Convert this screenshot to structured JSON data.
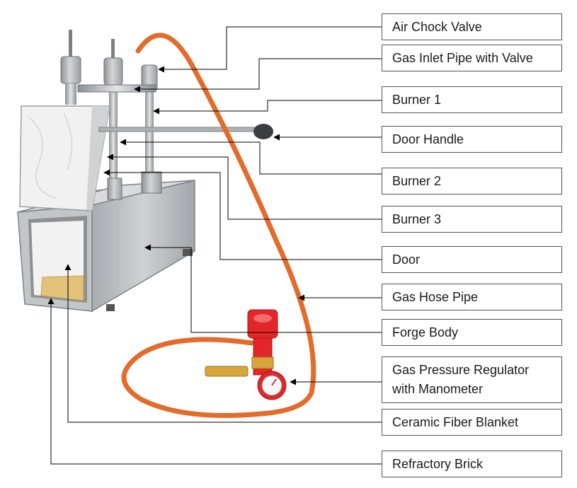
{
  "labels": {
    "air_chock_valve": "Air Chock Valve",
    "gas_inlet_pipe": "Gas Inlet Pipe with Valve",
    "burner_1": "Burner 1",
    "door_handle": "Door Handle",
    "burner_2": "Burner 2",
    "burner_3": "Burner 3",
    "door": "Door",
    "gas_hose_pipe": "Gas Hose Pipe",
    "forge_body": "Forge Body",
    "regulator_line1": "Gas Pressure Regulator",
    "regulator_line2": "with Manometer",
    "ceramic_fiber_blanket": "Ceramic Fiber Blanket",
    "refractory_brick": "Refractory Brick"
  },
  "colors": {
    "steel": "#b9bcbf",
    "steel_dark": "#7d8186",
    "hose": "#e36b2c",
    "regulator_red": "#e3262a",
    "brass": "#d6a63a",
    "blanket": "#efefef",
    "brick": "#e3c27a",
    "leader": "#000000"
  }
}
